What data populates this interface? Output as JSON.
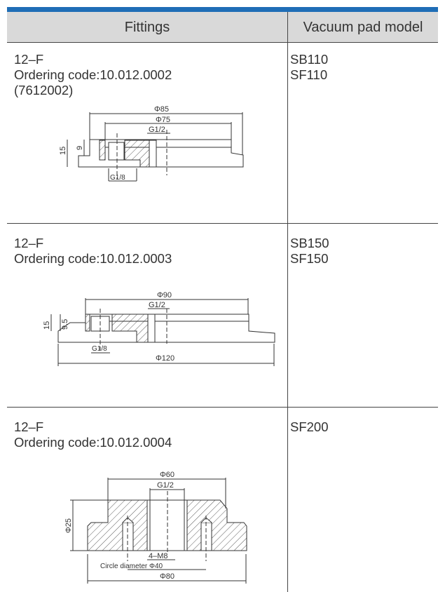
{
  "header": {
    "fittings": "Fittings",
    "vacuum_pad_model": "Vacuum pad model"
  },
  "rows": [
    {
      "name": "12–F",
      "ordering_code": "Ordering code:10.012.0002",
      "extra_code": "(7612002)",
      "models": [
        "SB110",
        "SF110"
      ],
      "dims": {
        "d_outer": "Φ85",
        "d_inner": "Φ75",
        "thread_top": "G1/2",
        "height_total": "15",
        "height_inner": "9",
        "thread_side": "G1/8"
      }
    },
    {
      "name": "12–F",
      "ordering_code": "Ordering code:10.012.0003",
      "models": [
        "SB150",
        "SF150"
      ],
      "dims": {
        "d_inner": "Φ90",
        "thread_top": "G1/2",
        "height_total": "15",
        "height_inner": "9.5",
        "thread_side": "G1/8",
        "d_outer": "Φ120"
      }
    },
    {
      "name": "12–F",
      "ordering_code": "Ordering code:10.012.0004",
      "models": [
        "SF200"
      ],
      "dims": {
        "d_top": "Φ60",
        "thread_top": "G1/2",
        "height": "Φ25",
        "bolts": "4–M8",
        "circle": "Circle diameter Φ40",
        "d_outer": "Φ80"
      }
    }
  ]
}
